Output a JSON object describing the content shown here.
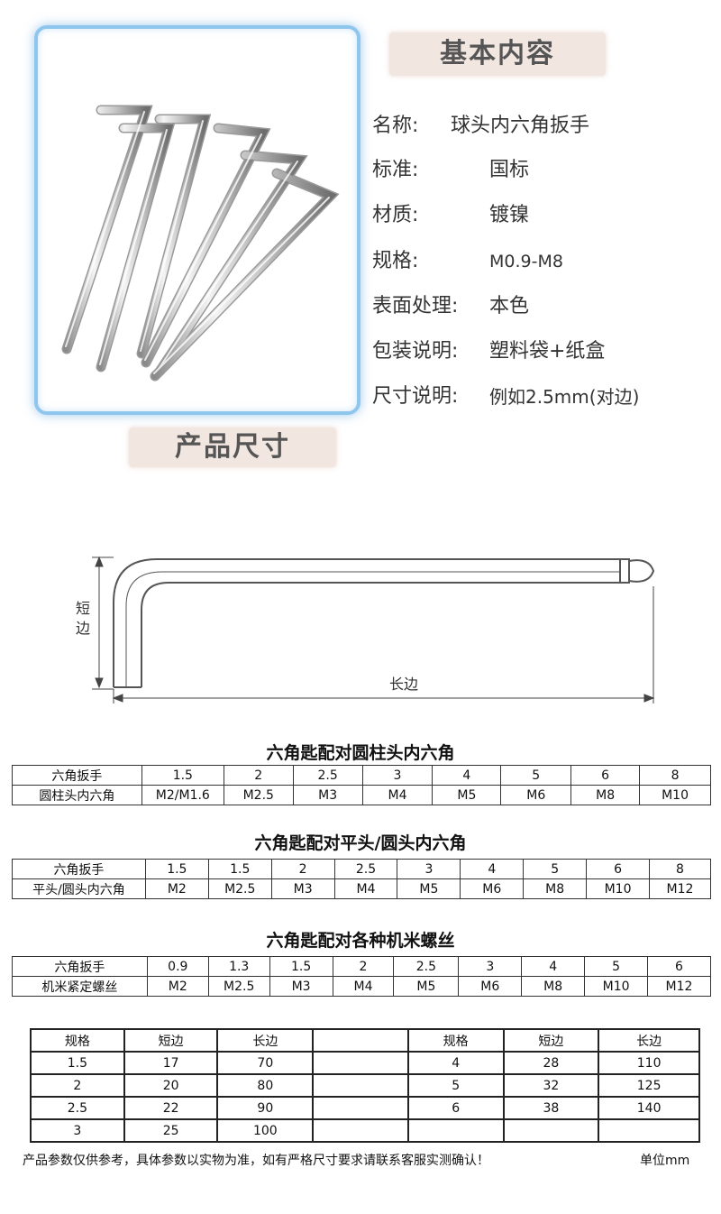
{
  "header": {
    "basic_title": "基本内容",
    "size_title": "产品尺寸"
  },
  "specs": [
    {
      "label": "名称:",
      "value": "球头内六角扳手"
    },
    {
      "label": "标准:",
      "value": "国标"
    },
    {
      "label": "材质:",
      "value": "镀镍"
    },
    {
      "label": "规格:",
      "value": "M0.9-M8"
    },
    {
      "label": "表面处理:",
      "value": "本色"
    },
    {
      "label": "包装说明:",
      "value": "塑料袋+纸盒"
    },
    {
      "label": "尺寸说明:",
      "value": "例如2.5mm(对边)"
    }
  ],
  "diagram": {
    "short_side": "短边",
    "long_side": "长边"
  },
  "table1": {
    "title": "六角匙配对圆柱头内六角",
    "row1": [
      "六角扳手",
      "1.5",
      "2",
      "2.5",
      "3",
      "4",
      "5",
      "6",
      "8"
    ],
    "row2": [
      "圆柱头内六角",
      "M2/M1.6",
      "M2.5",
      "M3",
      "M4",
      "M5",
      "M6",
      "M8",
      "M10"
    ]
  },
  "table2": {
    "title": "六角匙配对平头/圆头内六角",
    "row1": [
      "六角扳手",
      "1.5",
      "1.5",
      "2",
      "2.5",
      "3",
      "4",
      "5",
      "6",
      "8"
    ],
    "row2": [
      "平头/圆头内六角",
      "M2",
      "M2.5",
      "M3",
      "M4",
      "M5",
      "M6",
      "M8",
      "M10",
      "M12"
    ]
  },
  "table3": {
    "title": "六角匙配对各种机米螺丝",
    "row1": [
      "六角扳手",
      "0.9",
      "1.3",
      "1.5",
      "2",
      "2.5",
      "3",
      "4",
      "5",
      "6"
    ],
    "row2": [
      "机米紧定螺丝",
      "M2",
      "M2.5",
      "M3",
      "M4",
      "M5",
      "M6",
      "M8",
      "M10",
      "M12"
    ]
  },
  "size_table": {
    "headers": [
      "规格",
      "短边",
      "长边",
      "",
      "规格",
      "短边",
      "长边"
    ],
    "rows": [
      [
        "1.5",
        "17",
        "70",
        "",
        "4",
        "28",
        "110"
      ],
      [
        "2",
        "20",
        "80",
        "",
        "5",
        "32",
        "125"
      ],
      [
        "2.5",
        "22",
        "90",
        "",
        "6",
        "38",
        "140"
      ],
      [
        "3",
        "25",
        "100",
        "",
        "",
        "",
        ""
      ]
    ]
  },
  "footer": {
    "note": "产品参数仅供参考，具体参数以实物为准，如有严格尺寸要求请联系客服实测确认！",
    "unit": "单位mm"
  },
  "colors": {
    "frame": "#8fc6ee",
    "badge_bg": "#f2e6e1"
  }
}
